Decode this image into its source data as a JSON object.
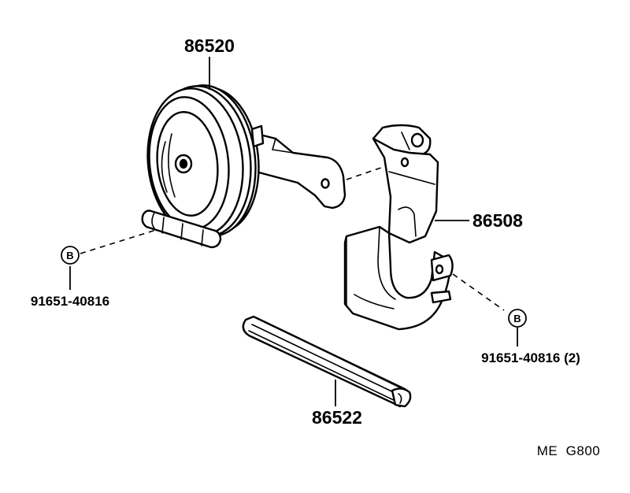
{
  "parts": {
    "horn": "86520",
    "bracket": "86508",
    "strip": "86522"
  },
  "fasteners": {
    "left": {
      "letter": "B",
      "number": "91651-40816"
    },
    "right": {
      "letter": "B",
      "number": "91651-40816 (2)"
    }
  },
  "diagram_code": "ME  G800"
}
